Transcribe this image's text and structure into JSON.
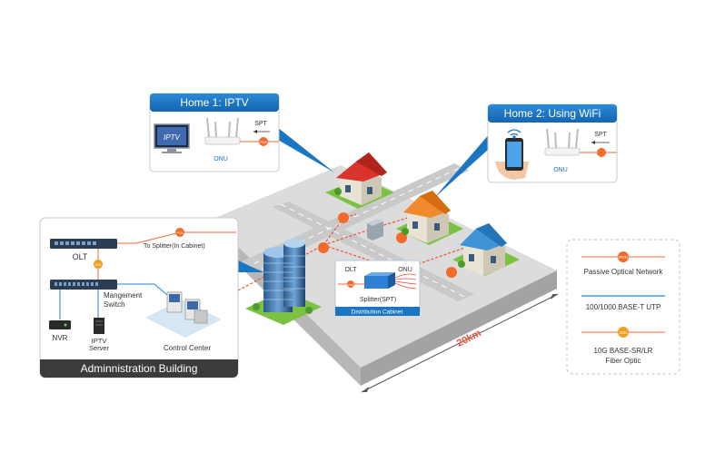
{
  "home1": {
    "title": "Home 1: IPTV",
    "tv_label": "IPTV",
    "spt": "SPT",
    "onu": "ONU",
    "pon": "PON"
  },
  "home2": {
    "title": "Home 2: Using WiFi",
    "spt": "SPT",
    "onu": "ONU"
  },
  "admin": {
    "title": "Adminnistration Building",
    "to_splitter": "To Splitter(In Cabinet)",
    "olt": "OLT",
    "switch_line1": "Mangement",
    "switch_line2": "Switch",
    "nvr": "NVR",
    "iptv_line1": "IPTV",
    "iptv_line2": "Server",
    "control": "Control Center",
    "pon": "PON",
    "tag10g": "10G"
  },
  "cabinet": {
    "olt": "OLT",
    "onu": "ONU",
    "splitter": "Splitter(SPT)",
    "caption": "Distribution Cabinet",
    "pon": "PON"
  },
  "distance": "20km",
  "legend": {
    "pon_tag": "PON",
    "pon_label": "Passive Optical Network",
    "utp_label": "100/1000 BASE-T UTP",
    "tag10g": "10G",
    "fiber_line1": "10G BASE-SR/LR",
    "fiber_line2": "Fiber Optic"
  },
  "colors": {
    "accent_blue": "#1a75c2",
    "pon_orange": "#f26a2c",
    "fiber_red": "#e8503a",
    "ground": "#d8d8d8",
    "grass": "#7cc242"
  }
}
